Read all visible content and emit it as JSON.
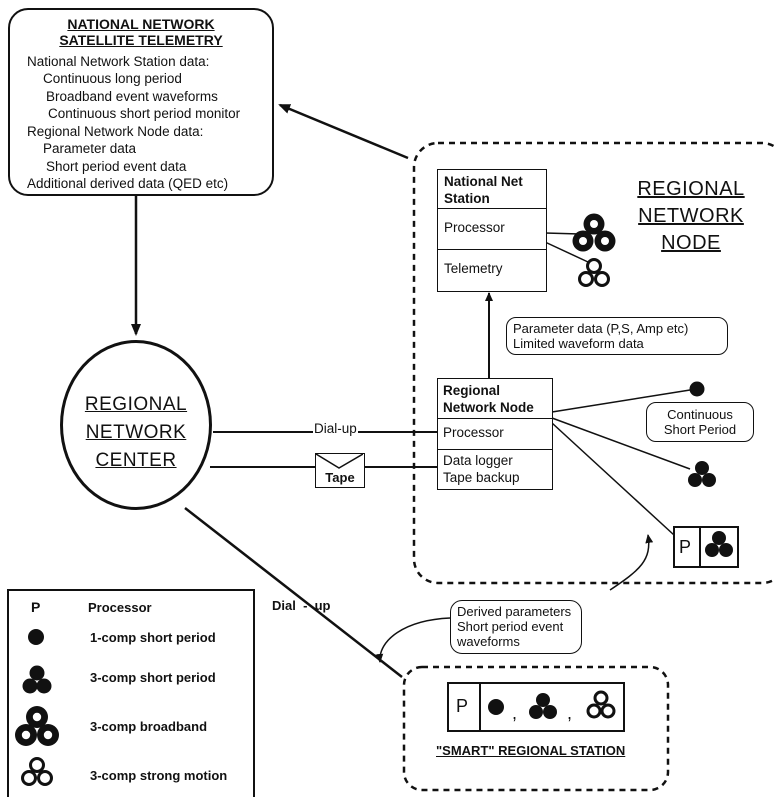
{
  "satellite_telemetry": {
    "title_line1": "NATIONAL NETWORK",
    "title_line2": "SATELLITE TELEMETRY",
    "lines": [
      "National Network Station data:",
      "Continuous long period",
      "Broadband event waveforms",
      "Continuous short period monitor",
      "Regional Network Node data:",
      "Parameter data",
      "Short period event data",
      "Additional derived data (QED etc)"
    ]
  },
  "regional_network_node_area": {
    "title_line1": "REGIONAL",
    "title_line2": "NETWORK",
    "title_line3": "NODE"
  },
  "national_net_station": {
    "header_line1": "National Net",
    "header_line2": "Station",
    "processor": "Processor",
    "telemetry": "Telemetry"
  },
  "parameter_callout": {
    "line1": "Parameter data (P,S, Amp etc)",
    "line2": "Limited waveform data"
  },
  "regional_network_node_box": {
    "header_line1": "Regional",
    "header_line2": "Network Node",
    "processor": "Processor",
    "logger_line1": "Data logger",
    "logger_line2": "Tape backup"
  },
  "continuous_callout": {
    "line1": "Continuous",
    "line2": "Short Period"
  },
  "regional_network_center": {
    "line1": "REGIONAL",
    "line2": "NETWORK",
    "line3": "CENTER"
  },
  "links": {
    "dialup_node": "Dial-up",
    "tape": "Tape",
    "dialup_smart": "Dial  -  up"
  },
  "derived_callout": {
    "line1": "Derived parameters",
    "line2": "Short period event",
    "line3": "waveforms"
  },
  "smart_station": {
    "p": "P",
    "sep1": ",",
    "sep2": ",",
    "label": "\"SMART\" REGIONAL STATION"
  },
  "smart_node_station": {
    "p": "P"
  },
  "legend": {
    "p_symbol": "P",
    "items": [
      "Processor",
      "1-comp short period",
      "3-comp short period",
      "3-comp broadband",
      "3-comp strong motion"
    ]
  }
}
